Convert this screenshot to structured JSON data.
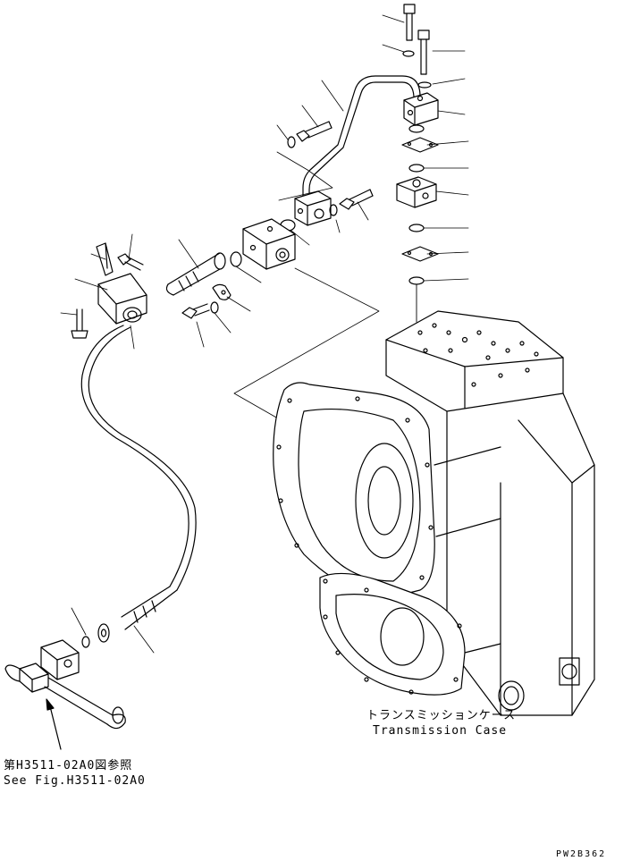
{
  "labels": {
    "case_jp": "トランスミッションケース",
    "case_en": "Transmission Case",
    "ref_jp": "第H3511-02A0図参照",
    "ref_en": "See Fig.H3511-02A0",
    "drawing_code": "PW2B362"
  },
  "colors": {
    "line": "#000000",
    "background": "#ffffff"
  }
}
